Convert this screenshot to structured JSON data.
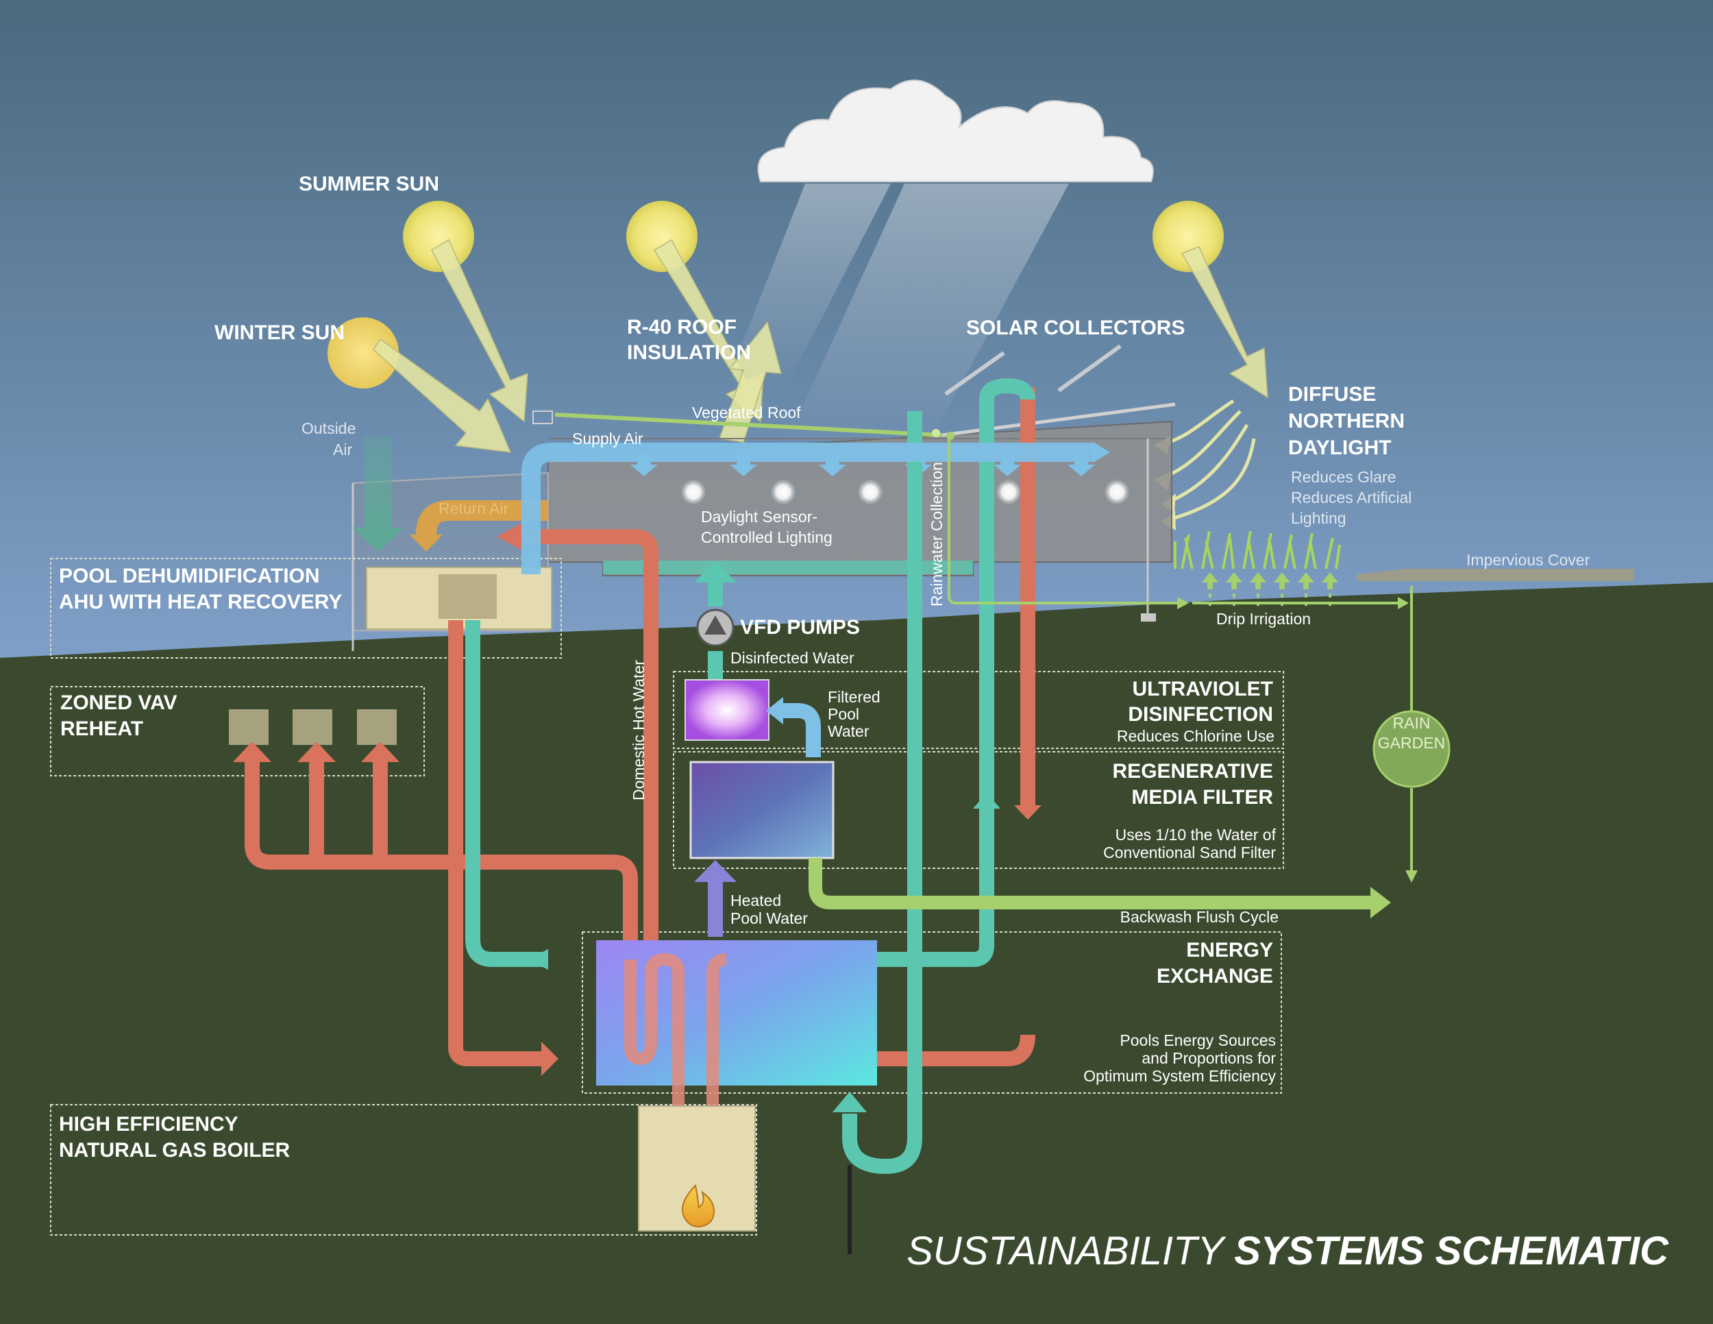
{
  "title": {
    "light": "SUSTAINABILITY ",
    "bold": "SYSTEMS SCHEMATIC"
  },
  "sky_labels": {
    "summer_sun": "SUMMER SUN",
    "winter_sun": "WINTER SUN",
    "roof_insulation_1": "R-40 ROOF",
    "roof_insulation_2": "INSULATION",
    "solar_collectors": "SOLAR COLLECTORS",
    "diffuse_1": "DIFFUSE",
    "diffuse_2": "NORTHERN",
    "diffuse_3": "DAYLIGHT",
    "reduces_glare": "Reduces Glare",
    "reduces_artificial_1": "Reduces Artificial",
    "reduces_artificial_2": "Lighting"
  },
  "building_labels": {
    "outside_air_1": "Outside",
    "outside_air_2": "Air",
    "vegetated_roof": "Vegetated Roof",
    "supply_air": "Supply Air",
    "return_air": "Return Air",
    "daylight_1": "Daylight Sensor-",
    "daylight_2": "Controlled Lighting",
    "rainwater": "Rainwater Collection",
    "impervious": "Impervious Cover",
    "drip": "Drip Irrigation",
    "rain_garden_1": "RAIN",
    "rain_garden_2": "GARDEN"
  },
  "system_boxes": {
    "pool_dehum_1": "POOL DEHUMIDIFICATION",
    "pool_dehum_2": "AHU WITH HEAT RECOVERY",
    "zoned_vav_1": "ZONED VAV",
    "zoned_vav_2": "REHEAT",
    "uv_1": "ULTRAVIOLET",
    "uv_2": "DISINFECTION",
    "uv_note": "Reduces Chlorine Use",
    "media_1": "REGENERATIVE",
    "media_2": "MEDIA FILTER",
    "media_note_1": "Uses 1/10 the Water of",
    "media_note_2": "Conventional Sand Filter",
    "energy_1": "ENERGY",
    "energy_2": "EXCHANGE",
    "energy_note_1": "Pools Energy Sources",
    "energy_note_2": "and Proportions for",
    "energy_note_3": "Optimum System Efficiency",
    "boiler_1": "HIGH EFFICIENCY",
    "boiler_2": "NATURAL GAS BOILER"
  },
  "flow_labels": {
    "vfd_pumps": "VFD PUMPS",
    "disinfected": "Disinfected Water",
    "filtered_1": "Filtered",
    "filtered_2": "Pool",
    "filtered_3": "Water",
    "domestic": "Domestic Hot Water",
    "heated_1": "Heated",
    "heated_2": "Pool Water",
    "backwash": "Backwash Flush Cycle"
  },
  "colors": {
    "sky_top": "#4a6a7e",
    "sky_bottom": "#7f9fc8",
    "ground": "#3b4a2f",
    "hot_pipe": "#d9735e",
    "cool_pipe": "#5cc7b0",
    "air_pipe": "#7ec0e6",
    "green_pipe": "#a6cf6e",
    "sun": "#f4ea8c"
  }
}
